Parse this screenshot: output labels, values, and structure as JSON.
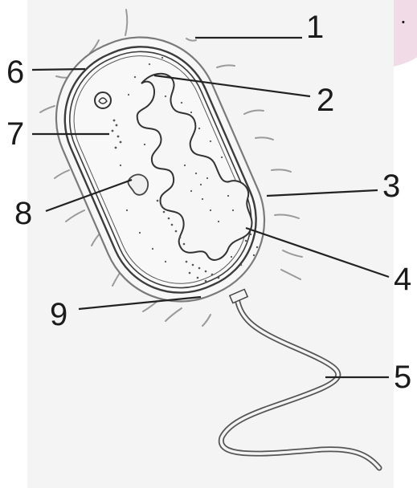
{
  "diagram": {
    "labels": [
      "1",
      "2",
      "3",
      "4",
      "5",
      "6",
      "7",
      "8",
      "9"
    ],
    "corner_mark": "."
  },
  "colors": {
    "background": "#ffffff",
    "paper": "#f4f4f4",
    "ink": "#2a2a2a",
    "leader": "#222222",
    "cytoplasm": "#f8f8f8",
    "pink_accent": "#f1dbe7"
  }
}
